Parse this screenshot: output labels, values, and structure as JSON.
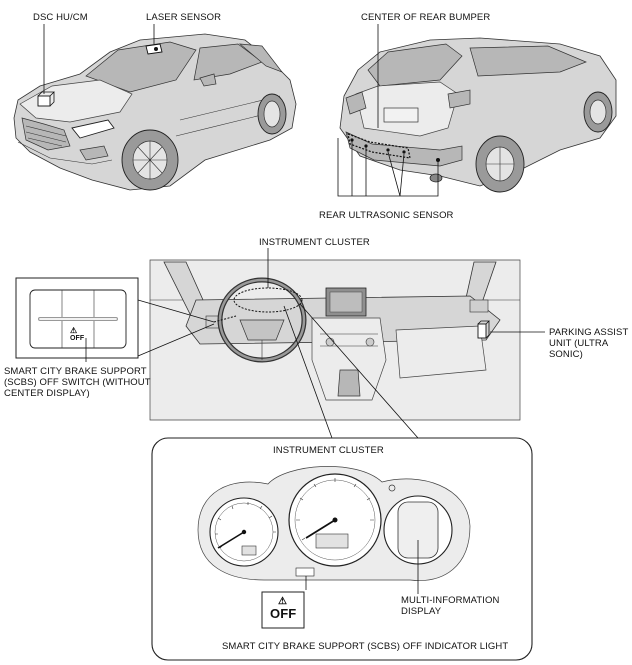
{
  "labels": {
    "dsc_hu_cm": "DSC HU/CM",
    "laser_sensor": "LASER SENSOR",
    "center_rear_bumper": "CENTER OF REAR BUMPER",
    "rear_ultrasonic_sensor": "REAR ULTRASONIC SENSOR",
    "instrument_cluster_top": "INSTRUMENT CLUSTER",
    "parking_assist_unit": "PARKING ASSIST UNIT (ULTRA SONIC)",
    "scbs_off_switch": "SMART CITY BRAKE SUPPORT (SCBS) OFF SWITCH (WITHOUT CENTER DISPLAY)",
    "instrument_cluster_detail": "INSTRUMENT CLUSTER",
    "multi_information_display": "MULTI-INFORMATION DISPLAY",
    "scbs_off_indicator": "SMART CITY BRAKE SUPPORT (SCBS) OFF INDICATOR LIGHT",
    "off_badge": "OFF"
  }
}
